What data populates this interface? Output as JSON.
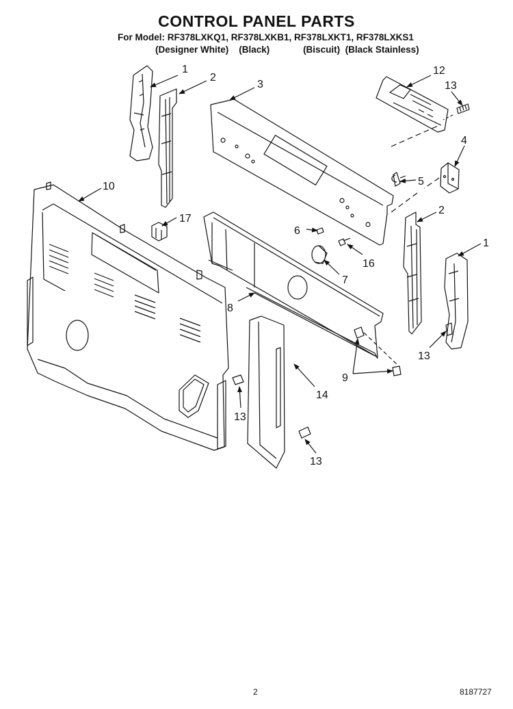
{
  "header": {
    "title": "CONTROL PANEL PARTS",
    "models": "For Model: RF378LXKQ1, RF378LXKB1, RF378LXKT1, RF378LXKS1",
    "colors": [
      "(Designer White)",
      "(Black)",
      "(Biscuit)",
      "(Black Stainless)"
    ]
  },
  "callouts": {
    "c1a": "1",
    "c2a": "2",
    "c3": "3",
    "c12": "12",
    "c13a": "13",
    "c4": "4",
    "c5": "5",
    "c10": "10",
    "c17": "17",
    "c6": "6",
    "c2b": "2",
    "c1b": "1",
    "c16": "16",
    "c7": "7",
    "c8": "8",
    "c13b": "13",
    "c9": "9",
    "c13c": "13",
    "c14": "14",
    "c13d": "13"
  },
  "footer": {
    "page": "2",
    "doc_number": "8187727"
  }
}
